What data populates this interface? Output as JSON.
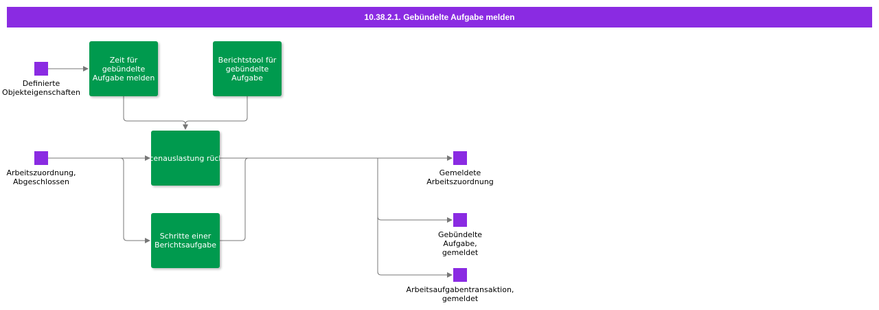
{
  "header": {
    "title": "10.38.2.1. Gebündelte Aufgabe melden"
  },
  "colors": {
    "header": "#8a2be2",
    "process": "#009a4e",
    "event": "#8a2be2",
    "edge": "#777777"
  },
  "events": {
    "definierte": "Definierte\nObjekteigenschaften",
    "arbeitszuordnung": "Arbeitszuordnung,\nAbgeschlossen",
    "gemeldete": "Gemeldete\nArbeitszuordnung",
    "gebuendelte": "Gebündelte\nAufgabe,\ngemeldet",
    "transaktion": "Arbeitsaufgabentransaktion,\ngemeldet"
  },
  "processes": {
    "zeit": "Zeit für\ngebündelte\nAufgabe melden",
    "berichtstool": "Berichtstool für\ngebündelte\nAufgabe",
    "ressourcen": "Ressourcenauslastung\nrückmelden",
    "schritte": "Schritte einer\nBerichtsaufgabe"
  }
}
